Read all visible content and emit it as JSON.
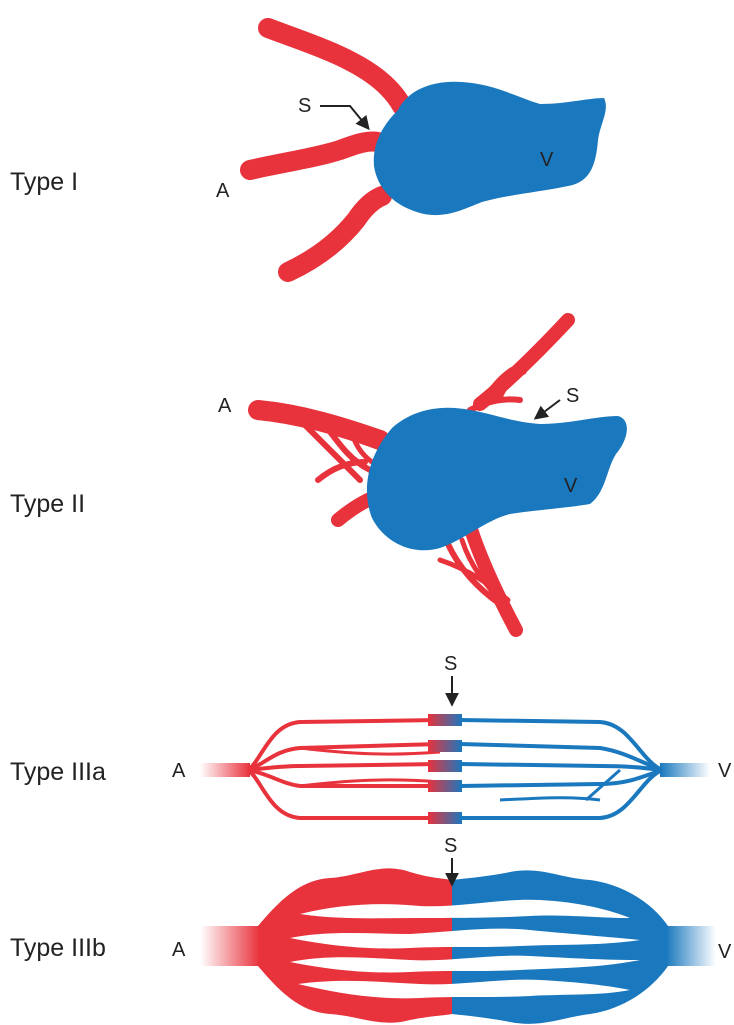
{
  "panels": [
    {
      "label": "Type I",
      "markers": {
        "artery": "A",
        "vein": "V",
        "shunt": "S"
      }
    },
    {
      "label": "Type II",
      "markers": {
        "artery": "A",
        "vein": "V",
        "shunt": "S"
      }
    },
    {
      "label": "Type IIIa",
      "markers": {
        "artery": "A",
        "vein": "V",
        "shunt": "S"
      }
    },
    {
      "label": "Type IIIb",
      "markers": {
        "artery": "A",
        "vein": "V",
        "shunt": "S"
      }
    }
  ],
  "colors": {
    "artery": "#e8323c",
    "vein": "#1a78be",
    "text": "#222222"
  }
}
